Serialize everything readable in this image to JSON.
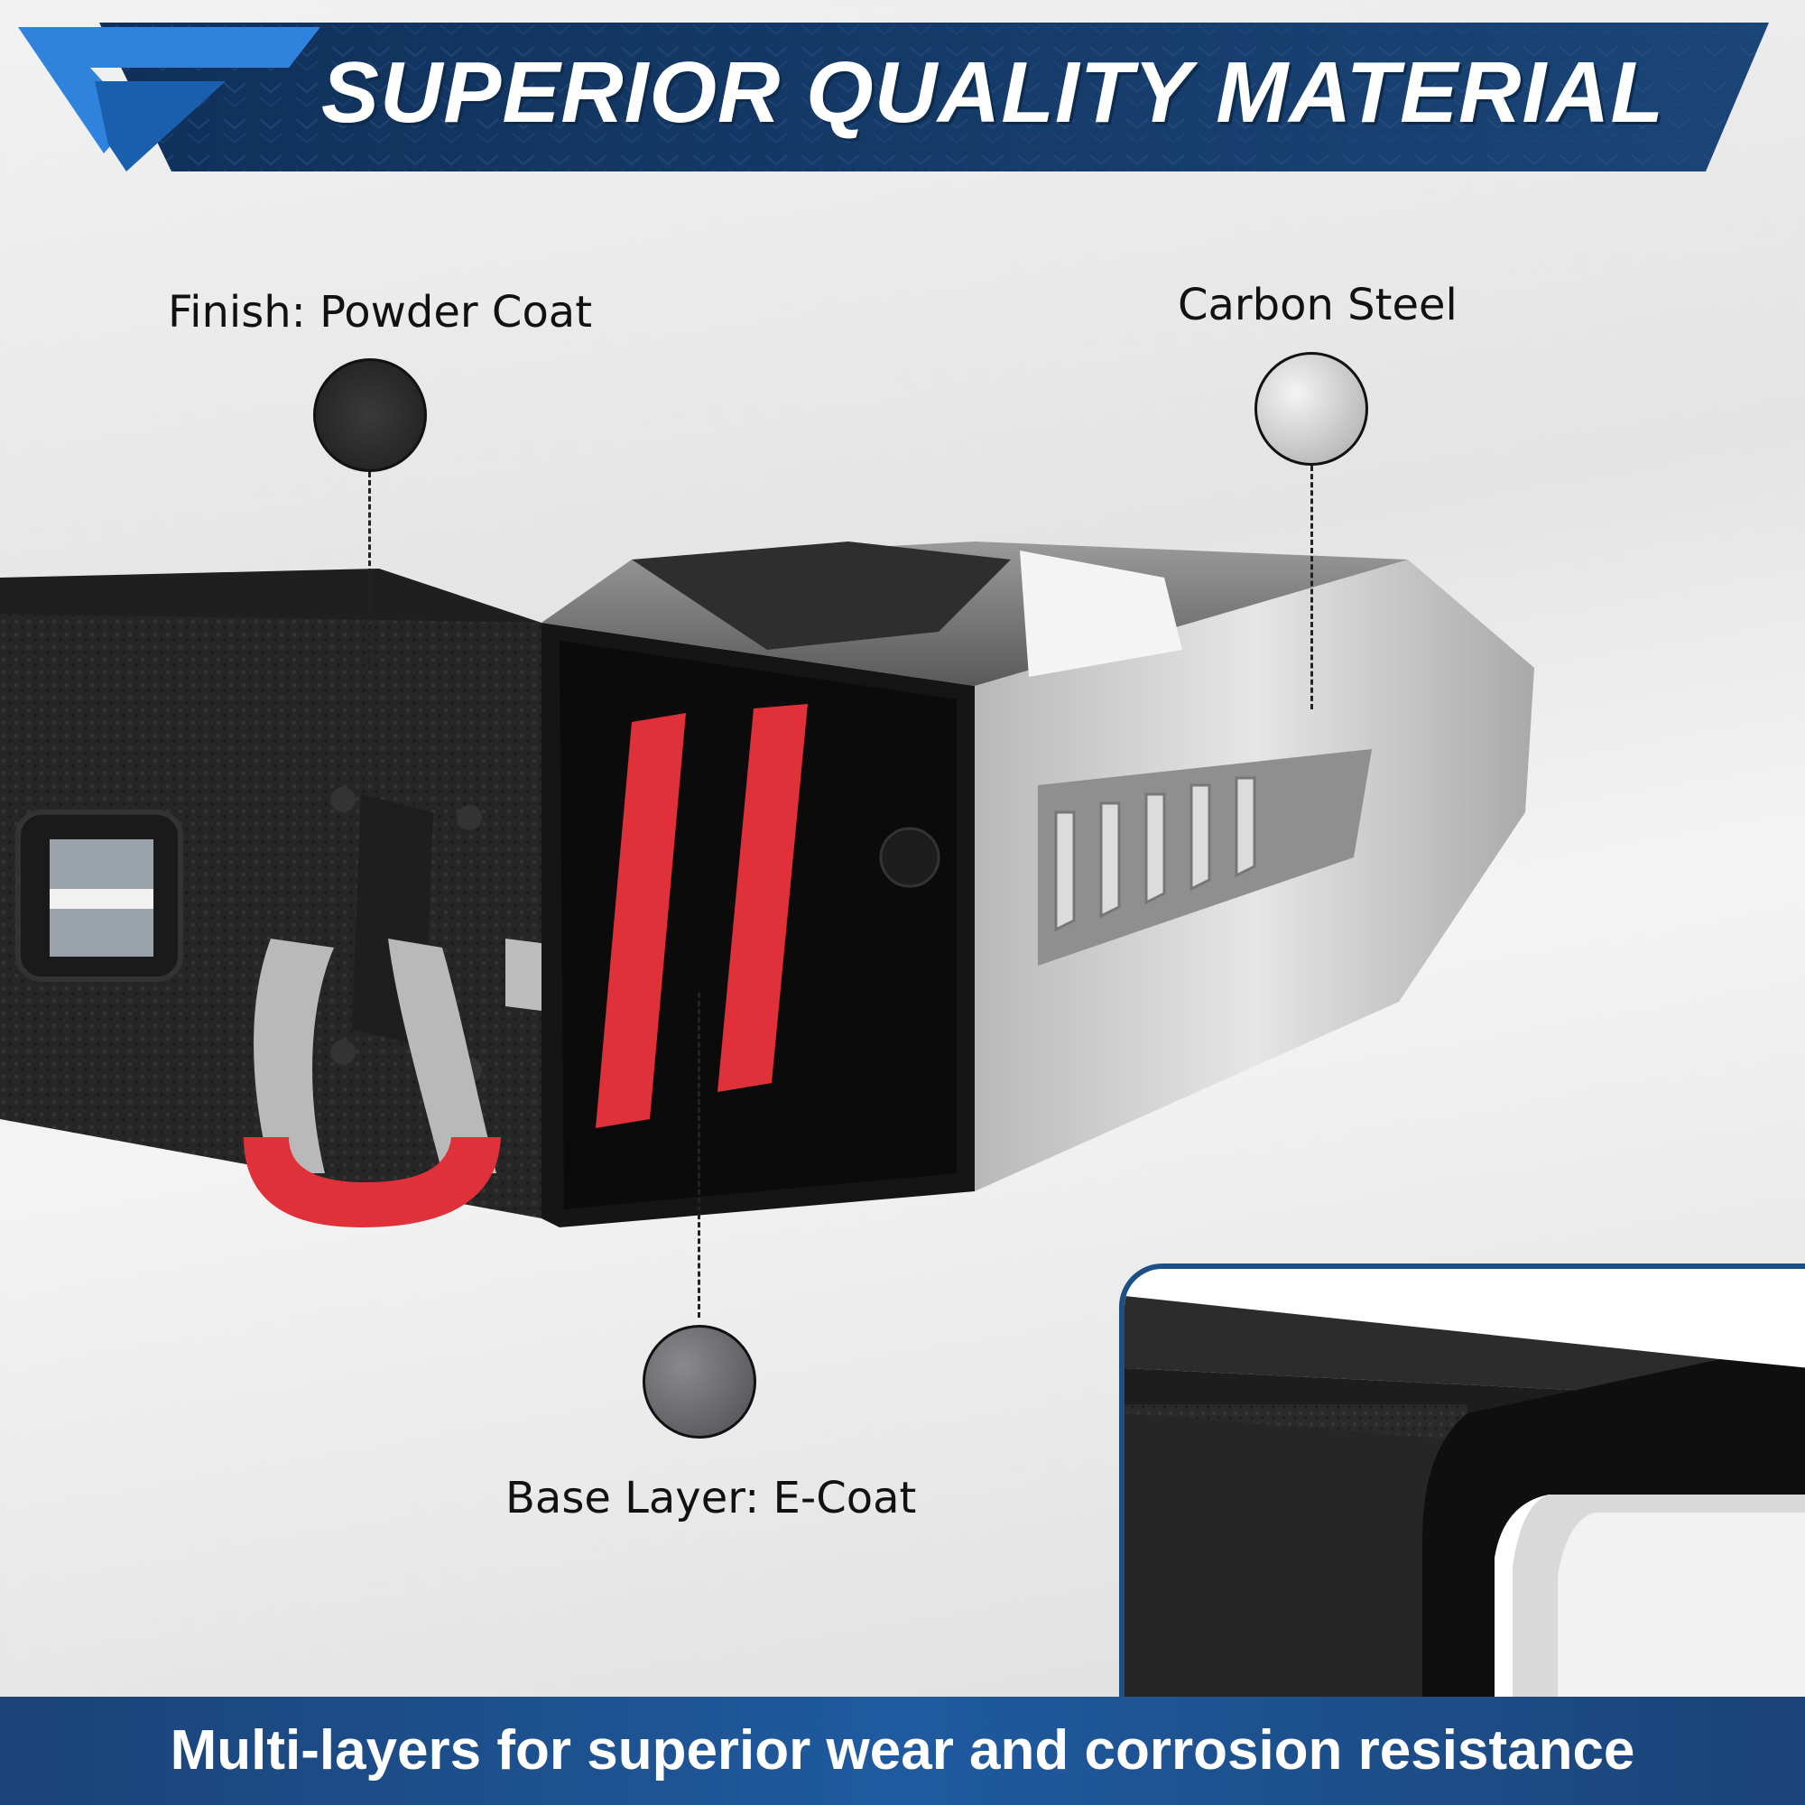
{
  "header": {
    "title": "SUPERIOR QUALITY MATERIAL"
  },
  "callouts": {
    "finish": {
      "label": "Finish: Powder Coat"
    },
    "carbon": {
      "label": "Carbon Steel"
    },
    "base": {
      "label": "Base Layer: E-Coat"
    }
  },
  "footer": {
    "text": "Multi-layers for superior wear and corrosion resistance"
  },
  "colors": {
    "banner_navy": "#163a66",
    "banner_blue": "#2b7bd6",
    "powder_black": "#2a2a2a",
    "steel_silver": "#c9c9c9",
    "ecoat_gray": "#6e6e72",
    "accent_red": "#e0313a"
  },
  "icons": [
    "brand-chevron-logo",
    "powder-coat-swatch",
    "carbon-steel-swatch",
    "e-coat-swatch"
  ]
}
